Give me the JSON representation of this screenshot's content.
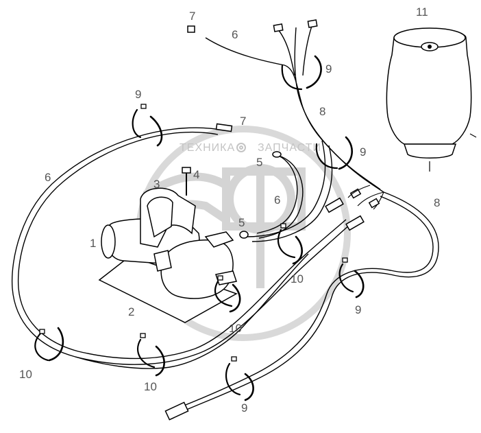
{
  "watermark": {
    "text_left": "ТЕХНИКА",
    "text_right": "ЗАПЧАСТИ",
    "emblem": "ЭПФ"
  },
  "colors": {
    "callout": "#555555",
    "line": "#000000",
    "watermark": "#c4c4c4"
  },
  "callouts": {
    "c1": "1",
    "c2": "2",
    "c3": "3",
    "c4": "4",
    "c5a": "5",
    "c5b": "5",
    "c6a": "6",
    "c6b": "6",
    "c6c": "6",
    "c7a": "7",
    "c7b": "7",
    "c8a": "8",
    "c8b": "8",
    "c9a": "9",
    "c9b": "9",
    "c9c": "9",
    "c9d": "9",
    "c9e": "9",
    "c10a": "10",
    "c10b": "10",
    "c10c": "10",
    "c10d": "10",
    "c11": "11"
  }
}
